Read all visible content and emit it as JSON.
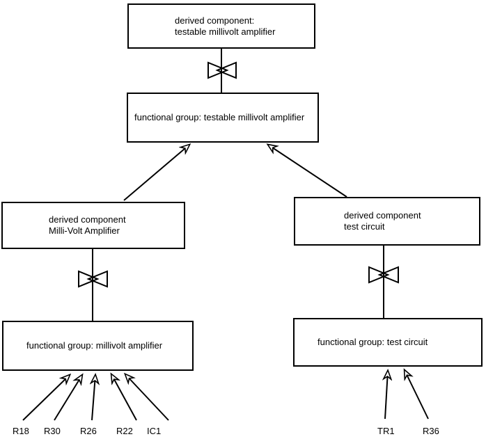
{
  "diagram": {
    "background_color": "#ffffff",
    "line_color": "#000000",
    "nodes": {
      "top_derived": {
        "line1": "derived component:",
        "line2": "testable millivolt amplifier"
      },
      "top_functional": {
        "label": "functional group: testable millivolt amplifier"
      },
      "left_derived": {
        "line1": "derived component",
        "line2": "Milli-Volt Amplifier"
      },
      "left_functional": {
        "label": "functional group: millivolt amplifier"
      },
      "right_derived": {
        "line1": "derived component",
        "line2": "test circuit"
      },
      "right_functional": {
        "label": "functional group: test circuit"
      }
    },
    "component_labels": {
      "r18": "R18",
      "r30": "R30",
      "r26": "R26",
      "r22": "R22",
      "ic1": "IC1",
      "tr1": "TR1",
      "r36": "R36"
    }
  }
}
